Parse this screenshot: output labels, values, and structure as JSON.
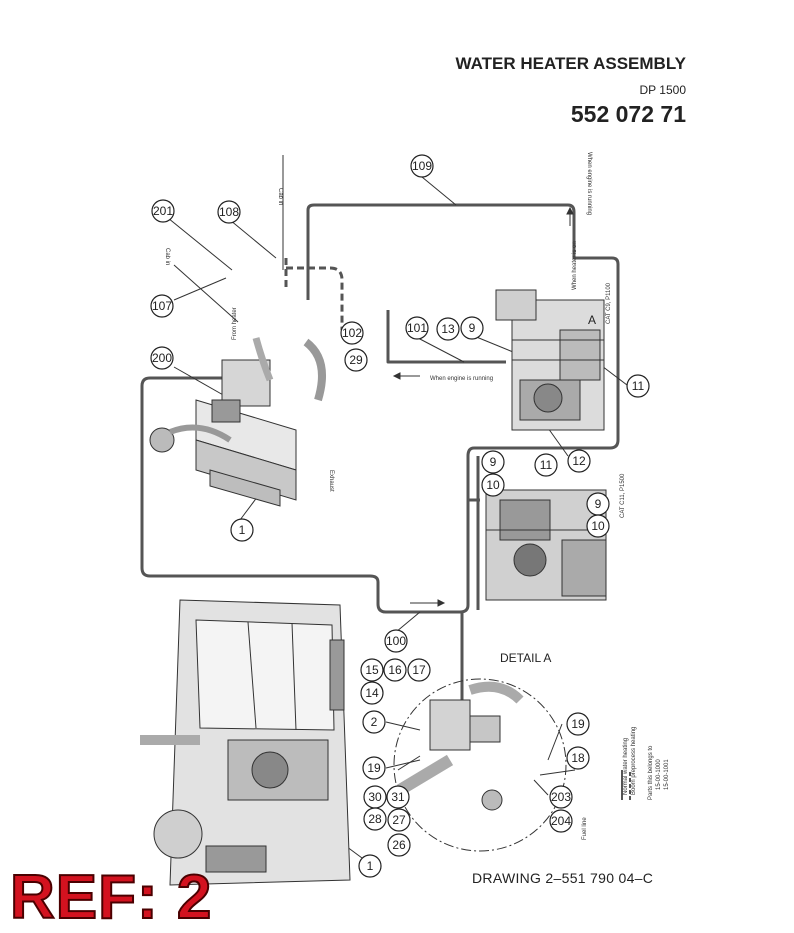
{
  "header": {
    "title": "WATER HEATER ASSEMBLY",
    "model": "DP 1500",
    "part_number": "552 072 71"
  },
  "footer": {
    "drawing": "DRAWING  2–551 790 04–C",
    "ref": "REF: 2"
  },
  "detail_label": "DETAIL A",
  "detail_marker": "A",
  "callouts": [
    "109",
    "201",
    "108",
    "107",
    "102",
    "29",
    "101",
    "13",
    "9",
    "11",
    "200",
    "12",
    "9",
    "10",
    "11",
    "9",
    "10",
    "1",
    "100",
    "15",
    "16",
    "17",
    "14",
    "2",
    "19",
    "19",
    "18",
    "30",
    "31",
    "203",
    "28",
    "27",
    "204",
    "26",
    "1"
  ],
  "hose_labels": {
    "cab_in": "Cab in",
    "cab_in_2": "Cab in",
    "from_heater": "From heater",
    "exhaust": "Exhaust",
    "when_engine_running": "When engine is running",
    "when_engine_running_2": "When engine is running",
    "when_heater_on": "When heater is on",
    "cat_c9_p1100": "CAT C9, P1100",
    "cat_c11_p1500": "CAT C11, P1500",
    "fuel_line": "Fuel line"
  },
  "legend": {
    "normal": "Normal water heating",
    "dashed": "Boom preprocess heating",
    "note_1": "Parts this belongs to",
    "note_2": "15-00-1000",
    "note_3": "15-00-1001"
  }
}
